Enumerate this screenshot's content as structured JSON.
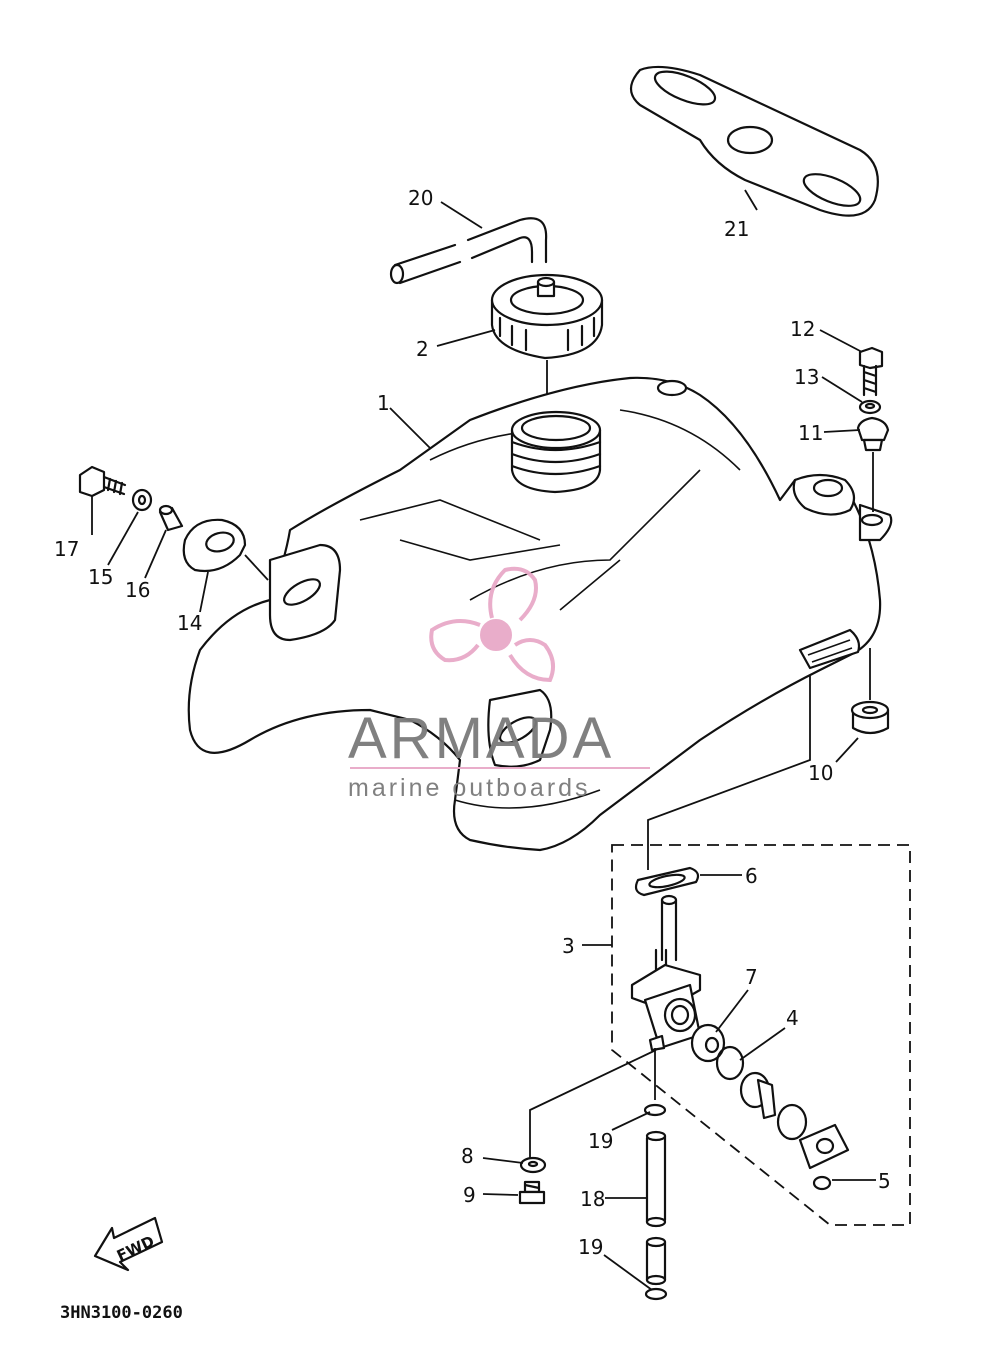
{
  "diagram_code": "3HN3100-0260",
  "fwd_label": "FWD",
  "watermark": {
    "brand": "ARMADA",
    "tagline": "marine outboards",
    "logo_color": "#e8a9c8",
    "text_color": "#7a7a7a"
  },
  "callouts": {
    "p1": "1",
    "p2": "2",
    "p3": "3",
    "p4": "4",
    "p5": "5",
    "p6": "6",
    "p7": "7",
    "p8": "8",
    "p9": "9",
    "p10": "10",
    "p11": "11",
    "p12": "12",
    "p13": "13",
    "p14": "14",
    "p15": "15",
    "p16": "16",
    "p17": "17",
    "p18": "18",
    "p19a": "19",
    "p19b": "19",
    "p20": "20",
    "p21": "21"
  }
}
